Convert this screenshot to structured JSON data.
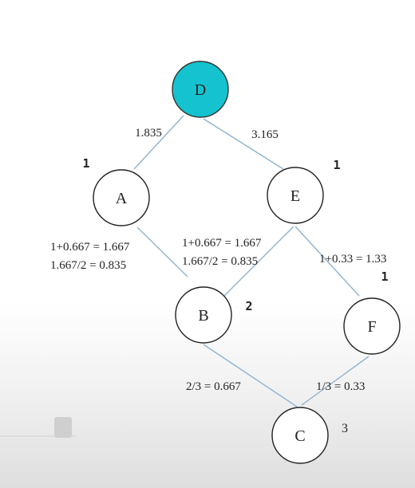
{
  "nodes": {
    "D": {
      "label": "D",
      "root": true
    },
    "A": {
      "label": "A",
      "count": "1"
    },
    "E": {
      "label": "E",
      "count": "1"
    },
    "B": {
      "label": "B",
      "count": "2"
    },
    "F": {
      "label": "F",
      "count": "1"
    },
    "C": {
      "label": "C",
      "count": "3"
    }
  },
  "edge_labels": {
    "d_a": "1.835",
    "d_e": "3.165",
    "a_b_line1": "1+0.667 = 1.667",
    "a_b_line2": "1.667/2 = 0.835",
    "e_b_line1": "1+0.667 = 1.667",
    "e_b_line2": "1.667/2 = 0.835",
    "e_f": "1+0.33 = 1.33",
    "b_c": "2/3 = 0.667",
    "f_c": "1/3 = 0.33"
  },
  "colors": {
    "root_fill": "#14c3cf",
    "edge": "#8fb3d1"
  }
}
